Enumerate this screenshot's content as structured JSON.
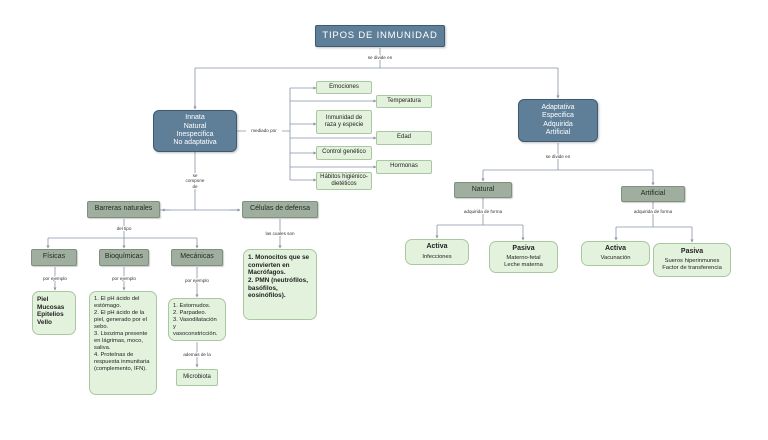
{
  "diagram": {
    "root": "TIPOS DE INMUNIDAD",
    "root_link": "se divide en",
    "innata": "Innata\nNatural\nInespecifica\nNo adaptativa",
    "adaptativa": "Adaptativa\nEspecifica\nAdquirida\nArtificial",
    "mediado_link": "mediado por",
    "factors": [
      "Emociones",
      "Temperatura",
      "Inmunidad de\nraza y especie",
      "Edad",
      "Control genético",
      "Hormonas",
      "Hábitos higiénico-\ndietéticos"
    ],
    "compone_link": "se\ncompone\nde",
    "barreras": "Barreras naturales",
    "celulas": "Células de defensa",
    "del_tipo": "del tipo",
    "cuales_son": "las cuales son",
    "fisicas": "Físicas",
    "bioquimicas": "Bioquímicas",
    "mecanicas": "Mecánicas",
    "por_ejemplo": "por ejemplo",
    "fisicas_list": "Piel\nMucosas\nEpitelios\nVello",
    "bioquimicas_list": "1. El pH ácido del estómago.\n2. El pH ácido de la piel, generado por el sebo.\n3. Lisozima presente en lágrimas, moco, saliva.\n4. Proteínas de respuesta inmunitaria (complemento, IFN).",
    "mecanicas_list": "1. Estornudos.\n2. Parpadeo.\n3. Vasodilatación y vasoconstricción.",
    "ademas_link": "además de la",
    "microbiota": "Microbiota",
    "celulas_list": "1. Monocitos que se convierten en Macrófagos.\n2. PMN (neutrófilos, basófilos, eosinófilos).",
    "divide_link": "se divide en",
    "natural": "Natural",
    "artificial": "Artificial",
    "adquirida_link": "adquirida de forma",
    "natural_activa_title": "Activa",
    "natural_activa_text": "Infecciones",
    "natural_pasiva_title": "Pasiva",
    "natural_pasiva_text": "Materno-fetal\nLeche materna",
    "artificial_activa_title": "Activa",
    "artificial_activa_text": "Vacunación",
    "artificial_pasiva_title": "Pasiva",
    "artificial_pasiva_text": "Sueros hiperinmunes\nFactor de transferencia"
  }
}
